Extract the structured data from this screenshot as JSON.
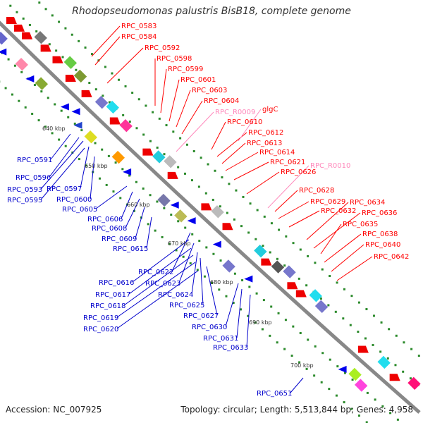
{
  "map": {
    "title": "Rhodopseudomonas palustris BisB18, complete genome",
    "accession_text": "Accession: NC_007925",
    "summary_text": "Topology: circular; Length: 5,513,844 bp; Genes: 4,958"
  },
  "colors": {
    "forward_label": "#ff0000",
    "reverse_label": "#0000cc",
    "rna_label": "#ff88bb",
    "backbone": "#888888",
    "forward_feature": "#ee0000",
    "reverse_feature": "#0000ee",
    "tick": "#2b8a2b"
  },
  "scale_ticks": [
    "640 kbp",
    "650 kbp",
    "660 kbp",
    "670 kbp",
    "680 kbp",
    "690 kbp",
    "700 kbp"
  ],
  "forward_labels": [
    "RPC_0583",
    "RPC_0584",
    "RPC_0592",
    "RPC_0598",
    "RPC_0599",
    "RPC_0601",
    "RPC_0603",
    "RPC_0604",
    "RPC_0610",
    "RPC_0612",
    "RPC_0613",
    "RPC_0614",
    "RPC_0621",
    "RPC_0626",
    "RPC_0628",
    "RPC_0629",
    "RPC_0632",
    "RPC_0634",
    "RPC_0636",
    "RPC_0635",
    "RPC_0638",
    "RPC_0640",
    "RPC_0642"
  ],
  "rna_labels": [
    "RPC_R0009",
    "glgC",
    "RPC_R0010"
  ],
  "reverse_labels": [
    "RPC_0591",
    "RPC_0596",
    "RPC_0593",
    "RPC_0597",
    "RPC_0595",
    "RPC_0600",
    "RPC_0605",
    "RPC_0606",
    "RPC_0608",
    "RPC_0609",
    "RPC_0615",
    "RPC_0622",
    "RPC_0616",
    "RPC_0623",
    "RPC_0617",
    "RPC_0624",
    "RPC_0618",
    "RPC_0625",
    "RPC_0619",
    "RPC_0627",
    "RPC_0620",
    "RPC_0630",
    "RPC_0631",
    "RPC_0633",
    "RPC_0651"
  ]
}
